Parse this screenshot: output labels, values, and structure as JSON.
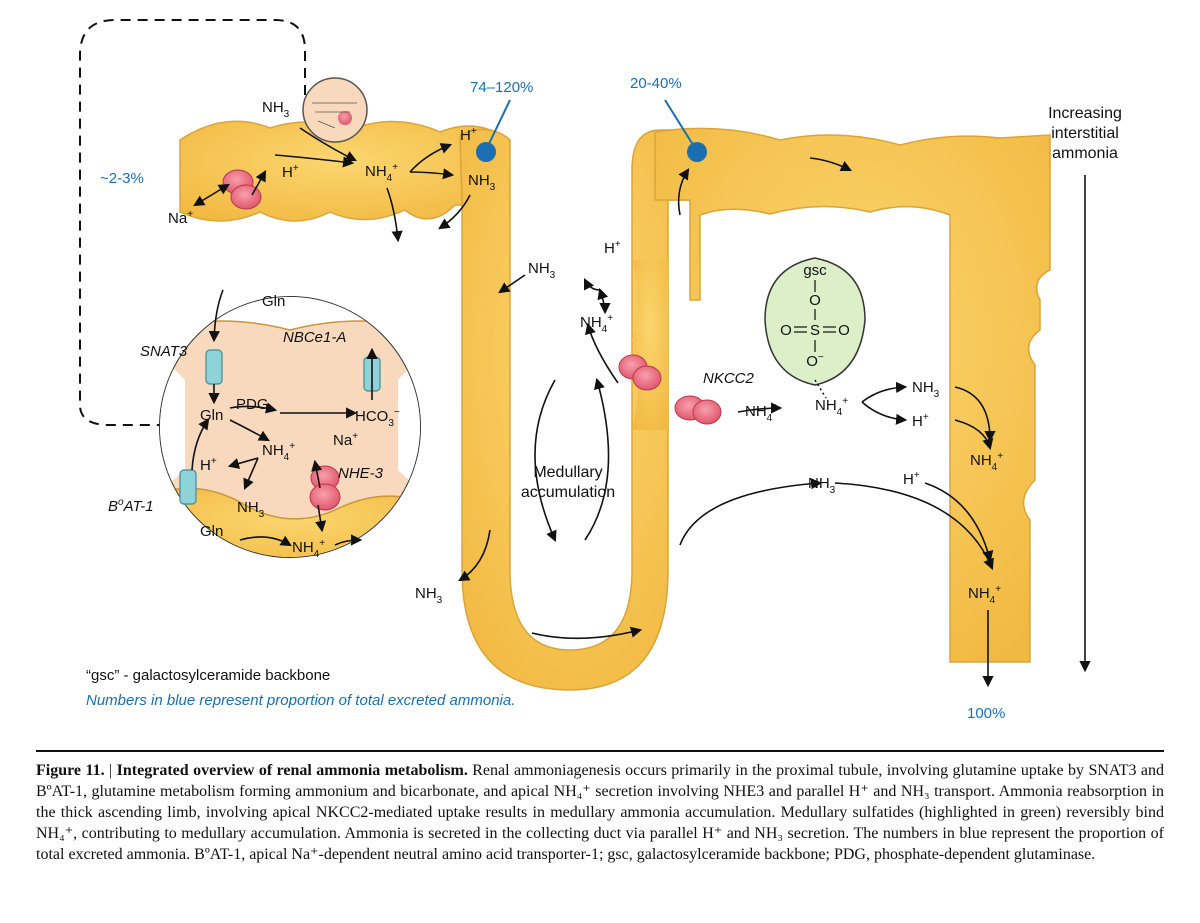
{
  "proportions": {
    "proximal": "~2-3%",
    "descending": "74–120%",
    "ascending": "20-40%",
    "final": "100%"
  },
  "gradient_label": [
    "Increasing",
    "interstitial",
    "ammonia"
  ],
  "labels": {
    "nh3": "NH",
    "nh4": "NH",
    "h_plus": "H",
    "na_plus": "Na",
    "gln": "Gln",
    "pdg": "PDG",
    "hco3": "HCO",
    "snat3": "SNAT3",
    "nbce1a": "NBCe1-A",
    "nhe3": "NHE-3",
    "boat1_b": "B",
    "boat1_o": "o",
    "boat1_rest": "AT-1",
    "nkcc2": "NKCC2",
    "medullary": [
      "Medullary",
      "accumulation"
    ],
    "gsc": "gsc",
    "o": "O",
    "s": "S",
    "sub3": "3",
    "sub4": "4",
    "plus": "+",
    "minus": "−"
  },
  "legend": {
    "gsc_note": "“gsc” - galactosylceramide backbone",
    "blue_note": "Numbers in blue represent proportion of total excreted ammonia."
  },
  "caption": {
    "fig_num": "Figure 11.",
    "sep": " | ",
    "title": "Integrated overview of renal ammonia metabolism.",
    "body": " Renal ammoniagenesis occurs primarily in the proximal tubule, involving glutamine uptake by SNAT3 and BºAT-1, glutamine metabolism forming ammonium and bicarbonate, and apical NH₄⁺ secretion involving NHE3 and parallel H⁺ and NH₃ transport. Ammonia reabsorption in the thick ascending limb, involving apical NKCC2-mediated uptake results in medullary ammonia accumulation. Medullary sulfatides (highlighted in green) reversibly bind NH₄⁺, contributing to medullary accumulation. Ammonia is secreted in the collecting duct via parallel H⁺ and NH₃ secretion. The numbers in blue represent the proportion of total excreted ammonia. BºAT-1, apical Na⁺-dependent neutral amino acid transporter-1; gsc, galactosylceramide backbone; PDG, phosphate-dependent glutaminase."
  },
  "colors": {
    "tubule": "#f7c64f",
    "tubule_edge": "#d9a53a",
    "cell": "#f9d9bd",
    "transporter": "#e9677a",
    "channel": "#8fd3d8",
    "sulfatide": "#dcefc8",
    "accent_blue": "#1b6fb0"
  },
  "icons": [
    "transporter-icon",
    "channel-icon",
    "sulfatide-icon",
    "proportion-marker-icon"
  ]
}
